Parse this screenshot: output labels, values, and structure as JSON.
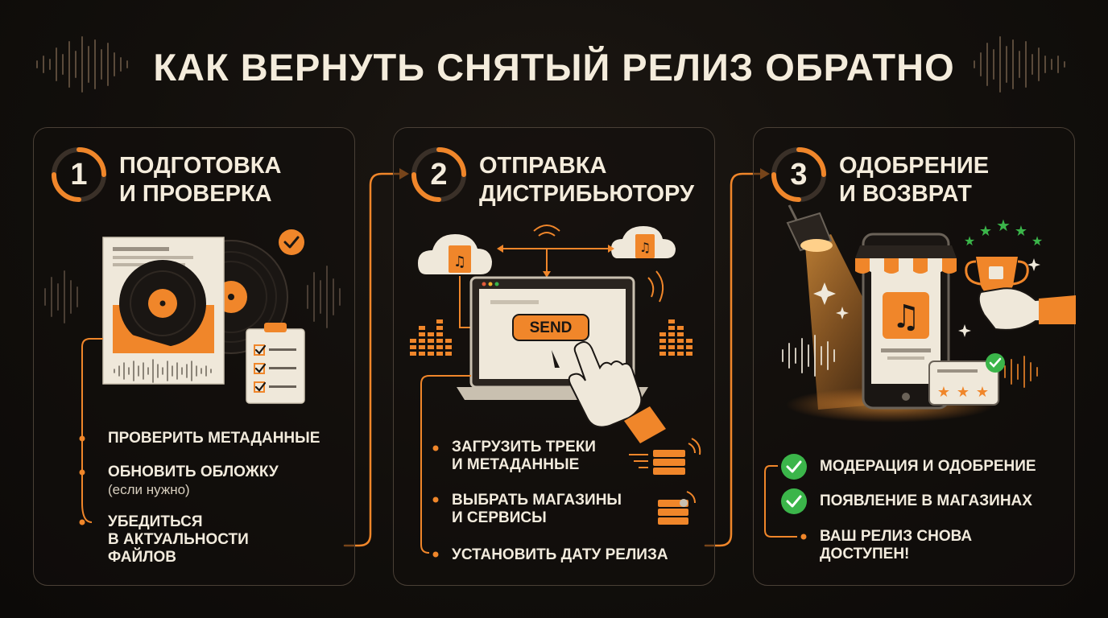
{
  "title": "КАК ВЕРНУТЬ СНЯТЫЙ РЕЛИЗ ОБРАТНО",
  "colors": {
    "accent": "#f0862a",
    "text": "#f4ecdc",
    "panel_border": "#4a4036",
    "check": "#3bb54a",
    "background": "#120f0c"
  },
  "steps": [
    {
      "number": "1",
      "title": [
        "ПОДГОТОВКА",
        "И ПРОВЕРКА"
      ],
      "illustration": [
        "document-icon",
        "vinyl-record-icon",
        "checklist-icon",
        "check-badge-icon",
        "waveform-icon"
      ],
      "items": [
        {
          "lines": [
            "ПРОВЕРИТЬ МЕТАДАННЫЕ"
          ]
        },
        {
          "lines": [
            "ОБНОВИТЬ ОБЛОЖКУ"
          ],
          "note": "(если нужно)"
        },
        {
          "lines": [
            "УБЕДИТЬСЯ",
            "В АКТУАЛЬНОСТИ",
            "ФАЙЛОВ"
          ]
        }
      ]
    },
    {
      "number": "2",
      "title": [
        "ОТПРАВКА",
        "ДИСТРИБЬЮТОРУ"
      ],
      "illustration": [
        "cloud-music-icon",
        "laptop-icon",
        "hand-pointer-icon",
        "signal-icon",
        "equalizer-icon"
      ],
      "send_label": "SEND",
      "items": [
        {
          "lines": [
            "ЗАГРУЗИТЬ ТРЕКИ",
            "И МЕТАДАННЫЕ"
          ],
          "icon": "upload-server-icon"
        },
        {
          "lines": [
            "ВЫБРАТЬ МАГАЗИНЫ",
            "И СЕРВИСЫ"
          ],
          "icon": "store-server-icon"
        },
        {
          "lines": [
            "УСТАНОВИТЬ ДАТУ РЕЛИЗА"
          ]
        }
      ]
    },
    {
      "number": "3",
      "title": [
        "ОДОБРЕНИЕ",
        "И ВОЗВРАТ"
      ],
      "illustration": [
        "spotlight-icon",
        "phone-store-icon",
        "music-note-icon",
        "trophy-icon",
        "stars-icon",
        "rating-card-icon"
      ],
      "items": [
        {
          "lines": [
            "МОДЕРАЦИЯ И ОДОБРЕНИЕ"
          ],
          "icon": "check-circle-icon"
        },
        {
          "lines": [
            "ПОЯВЛЕНИЕ В МАГАЗИНАХ"
          ],
          "icon": "check-circle-icon"
        },
        {
          "lines": [
            "ВАШ РЕЛИЗ СНОВА",
            "ДОСТУПЕН!"
          ]
        }
      ]
    }
  ]
}
